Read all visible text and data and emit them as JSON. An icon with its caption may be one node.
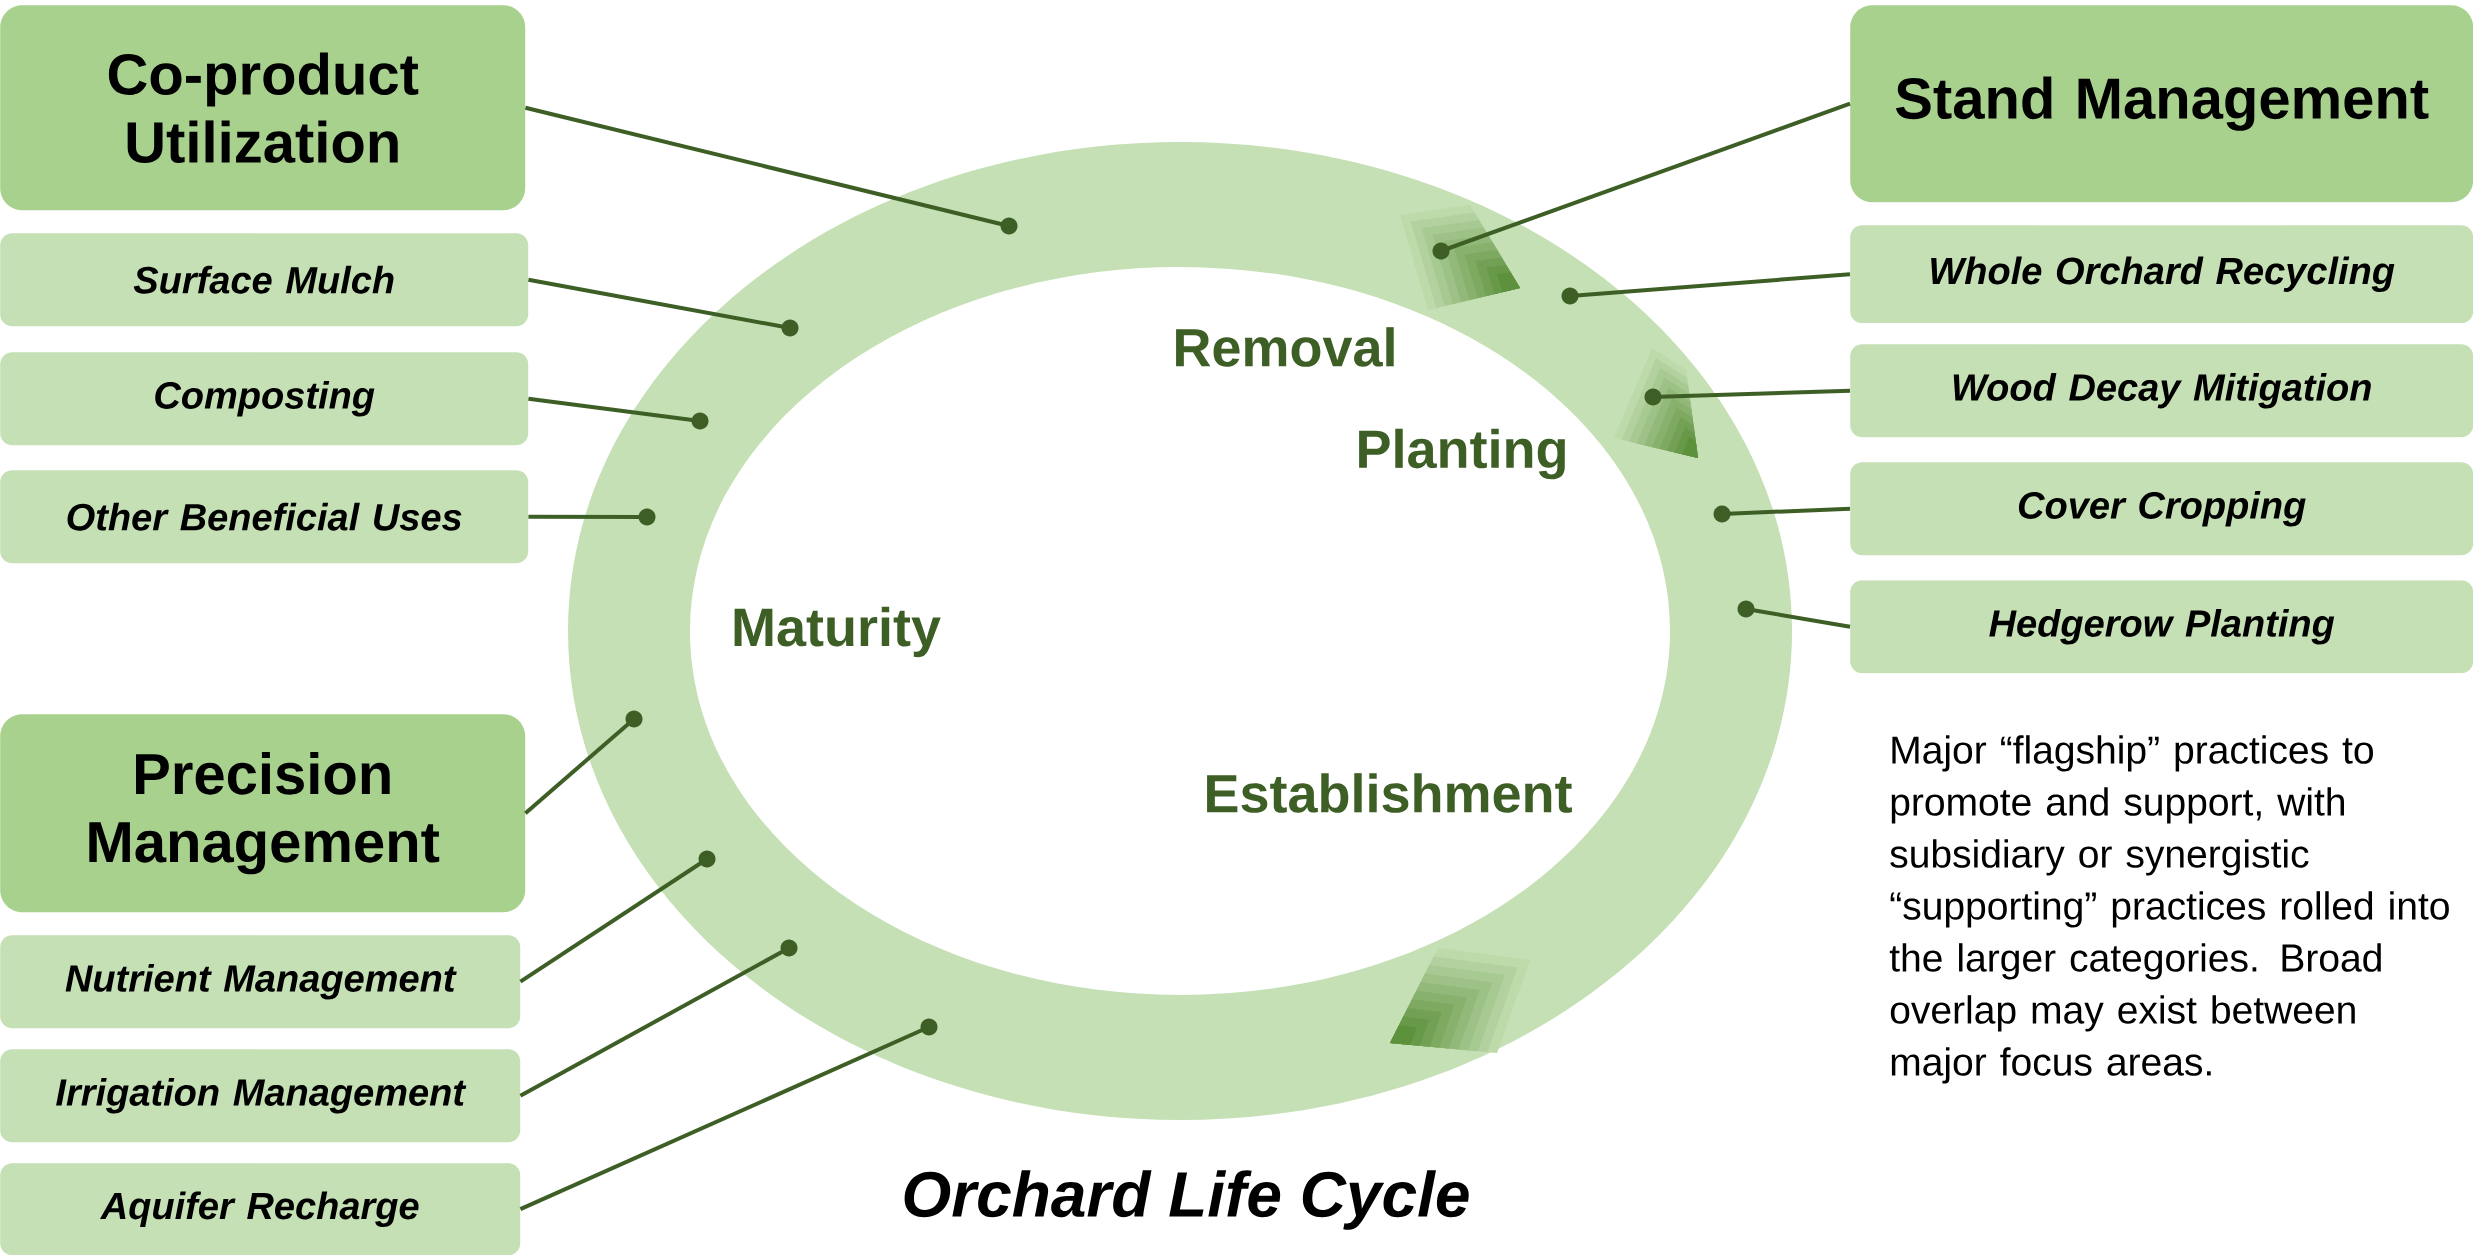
{
  "diagram": {
    "caption": "Orchard Life Cycle",
    "nodes": [
      {
        "text": [
          "Co-product Utilization"
        ]
      },
      {
        "text": [
          "Surface Mulch"
        ]
      },
      {
        "text": [
          "Composting"
        ]
      },
      {
        "text": [
          "Other Beneficial Uses"
        ]
      },
      {
        "text": [
          "Precision Management"
        ]
      },
      {
        "text": [
          "Nutrient Management"
        ]
      },
      {
        "text": [
          "Irrigation Management"
        ]
      },
      {
        "text": [
          "Aquifer Recharge"
        ]
      },
      {
        "text": [
          "Stand Management"
        ]
      },
      {
        "text": [
          "Whole Orchard Recycling"
        ]
      },
      {
        "text": [
          "Wood Decay Mitigation"
        ]
      },
      {
        "text": [
          "Cover Cropping"
        ]
      },
      {
        "text": [
          "Hedgerow Planting"
        ]
      }
    ],
    "edges": [
      {
        "from": 0,
        "to": null,
        "arrow": "other"
      },
      {
        "from": 1,
        "to": null,
        "arrow": "other"
      },
      {
        "from": 2,
        "to": null,
        "arrow": "other"
      },
      {
        "from": 3,
        "to": null,
        "arrow": "other"
      },
      {
        "from": 4,
        "to": null,
        "arrow": "other"
      },
      {
        "from": 5,
        "to": null,
        "arrow": "other"
      },
      {
        "from": 6,
        "to": null,
        "arrow": "other"
      },
      {
        "from": 7,
        "to": null,
        "arrow": "other"
      },
      {
        "from": 8,
        "to": null,
        "arrow": "other"
      },
      {
        "from": 9,
        "to": null,
        "arrow": "other"
      },
      {
        "from": 10,
        "to": null,
        "arrow": "other"
      },
      {
        "from": 11,
        "to": null,
        "arrow": "other"
      },
      {
        "from": 12,
        "to": null,
        "arrow": "other"
      }
    ],
    "labels": [
      "Removal",
      "Planting",
      "Maturity",
      "Establishment",
      "Major “flagship” practices to promote and support, with subsidiary or synergistic “supporting” practices rolled into the larger categories. Broad overlap may exist between major focus areas."
    ]
  }
}
